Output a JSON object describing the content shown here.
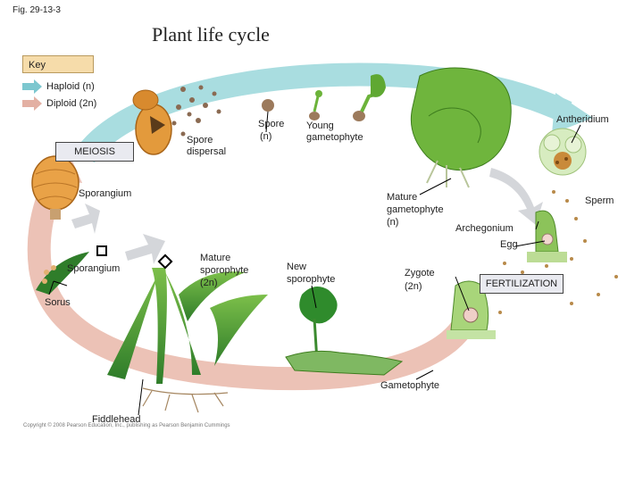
{
  "figure_number": "Fig. 29-13-3",
  "title": "Plant life cycle",
  "key": {
    "heading": "Key",
    "haploid": "Haploid (n)",
    "diploid": "Diploid (2n)",
    "haploid_color": "#7cc7cf",
    "diploid_color": "#e3b0a3"
  },
  "labels": {
    "meiosis": "MEIOSIS",
    "spore_dispersal_1": "Spore",
    "spore_dispersal_2": "dispersal",
    "spore_1": "Spore",
    "spore_2": "(n)",
    "young_gametophyte_1": "Young",
    "young_gametophyte_2": "gametophyte",
    "antheridium": "Antheridium",
    "sporangium_top": "Sporangium",
    "mature_gametophyte_1": "Mature",
    "mature_gametophyte_2": "gametophyte",
    "mature_gametophyte_3": "(n)",
    "sperm": "Sperm",
    "archegonium": "Archegonium",
    "egg": "Egg",
    "sporangium_leaf": "Sporangium",
    "mature_sporophyte_1": "Mature",
    "mature_sporophyte_2": "sporophyte",
    "mature_sporophyte_3": "(2n)",
    "new_sporophyte_1": "New",
    "new_sporophyte_2": "sporophyte",
    "zygote_1": "Zygote",
    "zygote_2": "(2n)",
    "fertilization": "FERTILIZATION",
    "sorus": "Sorus",
    "gametophyte": "Gametophyte",
    "fiddlehead": "Fiddlehead"
  },
  "copyright": "Copyright © 2008 Pearson Education, Inc., publishing as Pearson Benjamin Cummings"
}
